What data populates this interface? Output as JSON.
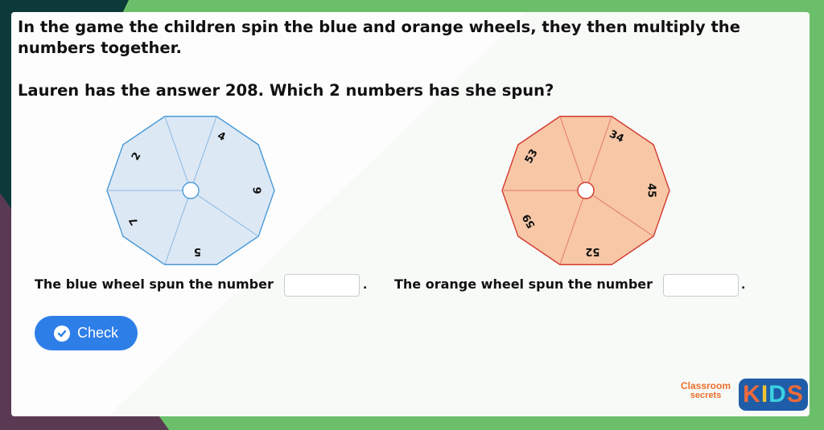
{
  "question": {
    "line1": "In the game the children spin the blue and orange wheels, they then multiply the numbers together.",
    "line2": "Lauren has the answer 208. Which 2 numbers has she spun?"
  },
  "blue_wheel": {
    "numbers": [
      "4",
      "9",
      "5",
      "7",
      "2"
    ],
    "fill": "#dde8f5",
    "stroke": "#4a9ad8",
    "divider": "#8ab8e0"
  },
  "orange_wheel": {
    "numbers": [
      "34",
      "45",
      "52",
      "59",
      "53"
    ],
    "fill": "#f7c7a6",
    "stroke": "#d43a30",
    "divider": "#e27a66"
  },
  "answers": {
    "blue_label": "The blue wheel spun the number",
    "blue_value": "",
    "orange_label": "The orange wheel spun the number",
    "orange_value": "",
    "punctuation": "."
  },
  "check_button": {
    "label": "Check",
    "color": "#2e7ee8"
  },
  "branding": {
    "classroom": "Classroom",
    "secrets": "secrets",
    "kids_letters": [
      "K",
      "I",
      "D",
      "S"
    ],
    "kids_colors": [
      "#f06a3a",
      "#f3c431",
      "#3ad0e0",
      "#f06a3a"
    ]
  },
  "theme": {
    "background_green": "#6cbf6a",
    "background_dark": "#0c3a3a",
    "background_purple": "#5a3a52",
    "card": "#f7faf7"
  }
}
